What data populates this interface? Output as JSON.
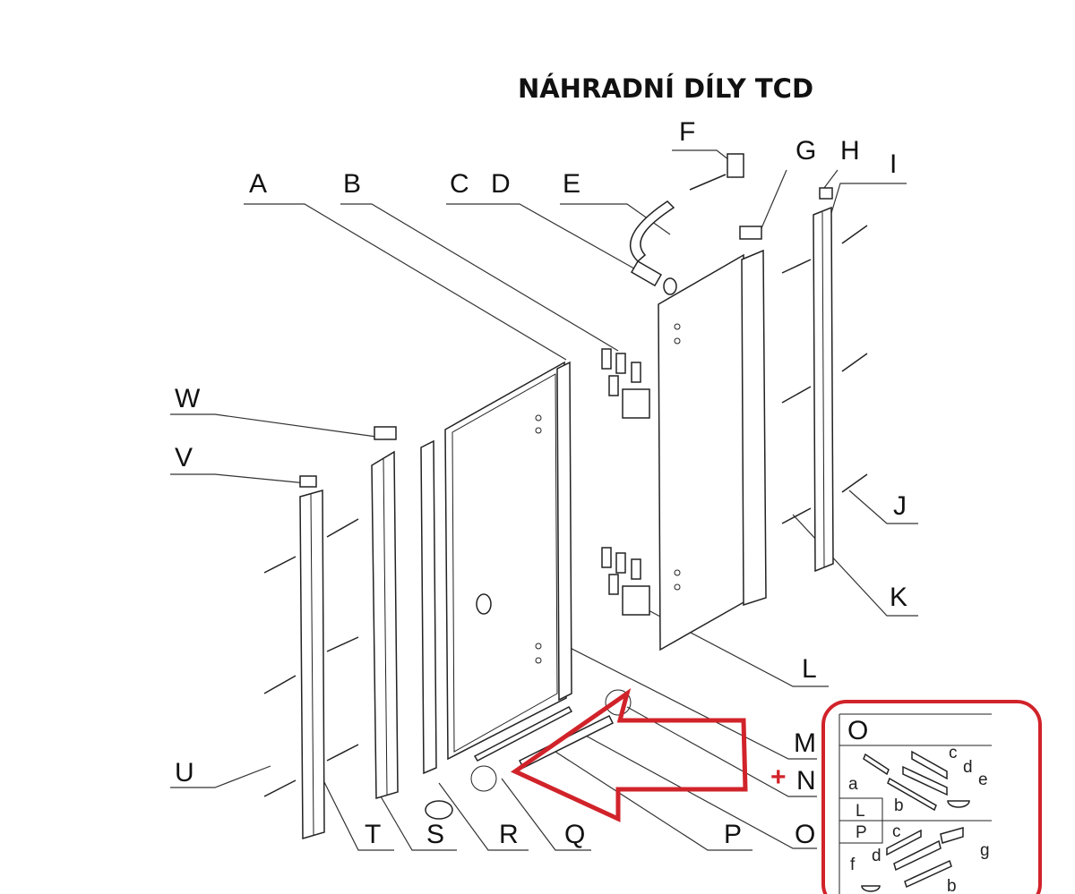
{
  "title": "NÁHRADNÍ DÍLY TCD",
  "labels": {
    "A": "A",
    "B": "B",
    "C": "C",
    "D": "D",
    "E": "E",
    "F": "F",
    "G": "G",
    "H": "H",
    "I": "I",
    "J": "J",
    "K": "K",
    "L": "L",
    "M": "M",
    "N": "N",
    "O": "O",
    "P": "P",
    "Q": "Q",
    "R": "R",
    "S": "S",
    "T": "T",
    "U": "U",
    "V": "V",
    "W": "W"
  },
  "plus_marker": "+",
  "inset": {
    "header": "O",
    "row_labels": [
      "L",
      "P"
    ],
    "sub_parts": [
      "a",
      "b",
      "c",
      "d",
      "e",
      "c",
      "d",
      "b",
      "f",
      "g"
    ]
  },
  "colors": {
    "highlight": "#d1232a",
    "line": "#222222"
  }
}
